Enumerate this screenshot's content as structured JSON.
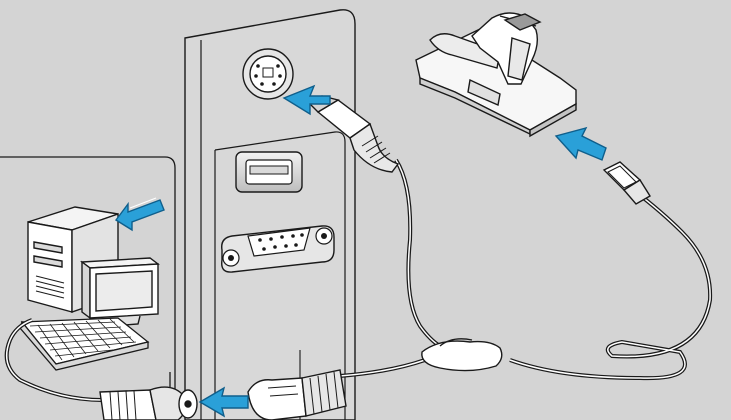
{
  "figure": {
    "kind": "keyboard-wedge-connection-illustration",
    "text_labels": []
  },
  "colors": {
    "background": "#d4d4d4",
    "line_art": "#1a1a1a",
    "panel_fill": "#dadada",
    "device_fill": "#ffffff",
    "arrow_fill": "#2aa0d8",
    "arrow_outline": "#0f5f8c"
  },
  "components": [
    {
      "name": "host-pc",
      "icon": "desktop-computer-icon"
    },
    {
      "name": "keyboard",
      "icon": "keyboard-icon"
    },
    {
      "name": "ps2-keyboard-port",
      "icon": "ps2-port-icon"
    },
    {
      "name": "usb-port",
      "icon": "usb-port-icon"
    },
    {
      "name": "serial-port",
      "icon": "db9-port-icon"
    },
    {
      "name": "scanner-cradle",
      "icon": "barcode-scanner-cradle-icon"
    },
    {
      "name": "y-cable",
      "icon": "y-cable-icon"
    }
  ],
  "arrows": [
    {
      "name": "to-pc",
      "direction": "left"
    },
    {
      "name": "to-ps2-port",
      "direction": "up-left"
    },
    {
      "name": "to-cradle",
      "direction": "up-left"
    },
    {
      "name": "keyboard-connector",
      "direction": "left"
    }
  ]
}
